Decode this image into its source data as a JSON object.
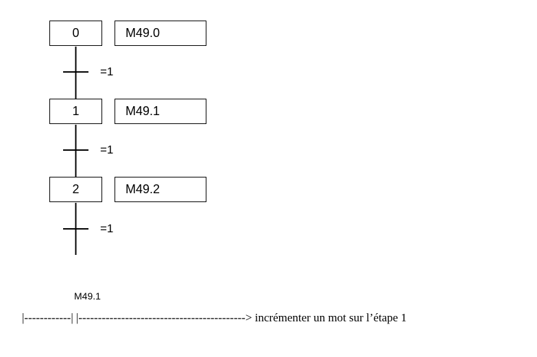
{
  "grafcet": {
    "steps": [
      {
        "number": "0",
        "action": "M49.0",
        "receptivity": "=1"
      },
      {
        "number": "1",
        "action": "M49.1",
        "receptivity": "=1"
      },
      {
        "number": "2",
        "action": "M49.2",
        "receptivity": "=1"
      }
    ]
  },
  "ladder": {
    "contact_label": "M49.1",
    "rung_text": "|------------| |-------------------------------------------> incrémenter un mot sur l’étape 1"
  }
}
